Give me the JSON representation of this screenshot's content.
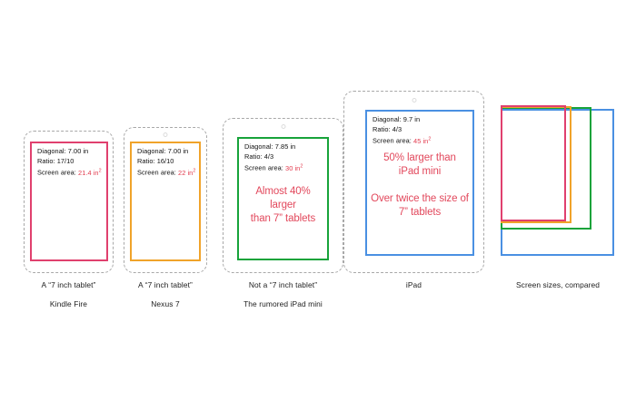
{
  "page": {
    "background_color": "#ffffff",
    "accent_red": "#e2485c",
    "title_hidden": ""
  },
  "colors": {
    "kindle_pink": "#e0406e",
    "nexus_orange": "#f0a32a",
    "ipadmini_green": "#17a33a",
    "ipad_blue": "#4a90e2",
    "silhouette_dash": "#a8a8a8",
    "spec_text": "#111111",
    "area_red": "#e23b4e",
    "headline_red": "#e2485c"
  },
  "devices": [
    {
      "id": "kindle-fire",
      "color_key": "kindle_pink",
      "has_camera": false,
      "specs": {
        "diagonal_label": "Diagonal: 7.00 in",
        "ratio_label": "Ratio: 17/10",
        "area_label": "Screen area:",
        "area_value": "21.4 in",
        "area_unit": "2"
      },
      "headline": "",
      "caption_top": "A “7 inch tablet”",
      "caption_bottom": "Kindle Fire"
    },
    {
      "id": "nexus-7",
      "color_key": "nexus_orange",
      "has_camera": true,
      "specs": {
        "diagonal_label": "Diagonal: 7.00 in",
        "ratio_label": "Ratio: 16/10",
        "area_label": "Screen area:",
        "area_value": "22 in",
        "area_unit": "2"
      },
      "headline": "",
      "caption_top": "A “7 inch tablet”",
      "caption_bottom": "Nexus 7"
    },
    {
      "id": "ipad-mini",
      "color_key": "ipadmini_green",
      "has_camera": true,
      "specs": {
        "diagonal_label": "Diagonal: 7.85 in",
        "ratio_label": "Ratio: 4/3",
        "area_label": "Screen area:",
        "area_value": "30 in",
        "area_unit": "2"
      },
      "headline": "Almost 40% larger\nthan 7” tablets",
      "caption_top": "Not a “7 inch tablet”",
      "caption_bottom": "The rumored iPad mini"
    },
    {
      "id": "ipad",
      "color_key": "ipad_blue",
      "has_camera": true,
      "specs": {
        "diagonal_label": "Diagonal: 9.7 in",
        "ratio_label": "Ratio: 4/3",
        "area_label": "Screen area:",
        "area_value": "45 in",
        "area_unit": "2"
      },
      "headline": "50% larger than\niPad mini",
      "headline2": "Over twice the size of\n7” tablets",
      "caption_top": "",
      "caption_bottom": "iPad"
    }
  ],
  "comparison": {
    "caption": "Screen sizes, compared",
    "rects": [
      {
        "id": "cmp-ipad",
        "color_key": "ipad_blue",
        "order": 1
      },
      {
        "id": "cmp-ipad-mini",
        "color_key": "ipadmini_green",
        "order": 2
      },
      {
        "id": "cmp-nexus",
        "color_key": "nexus_orange",
        "order": 3
      },
      {
        "id": "cmp-kindle",
        "color_key": "kindle_pink",
        "order": 4
      }
    ]
  }
}
